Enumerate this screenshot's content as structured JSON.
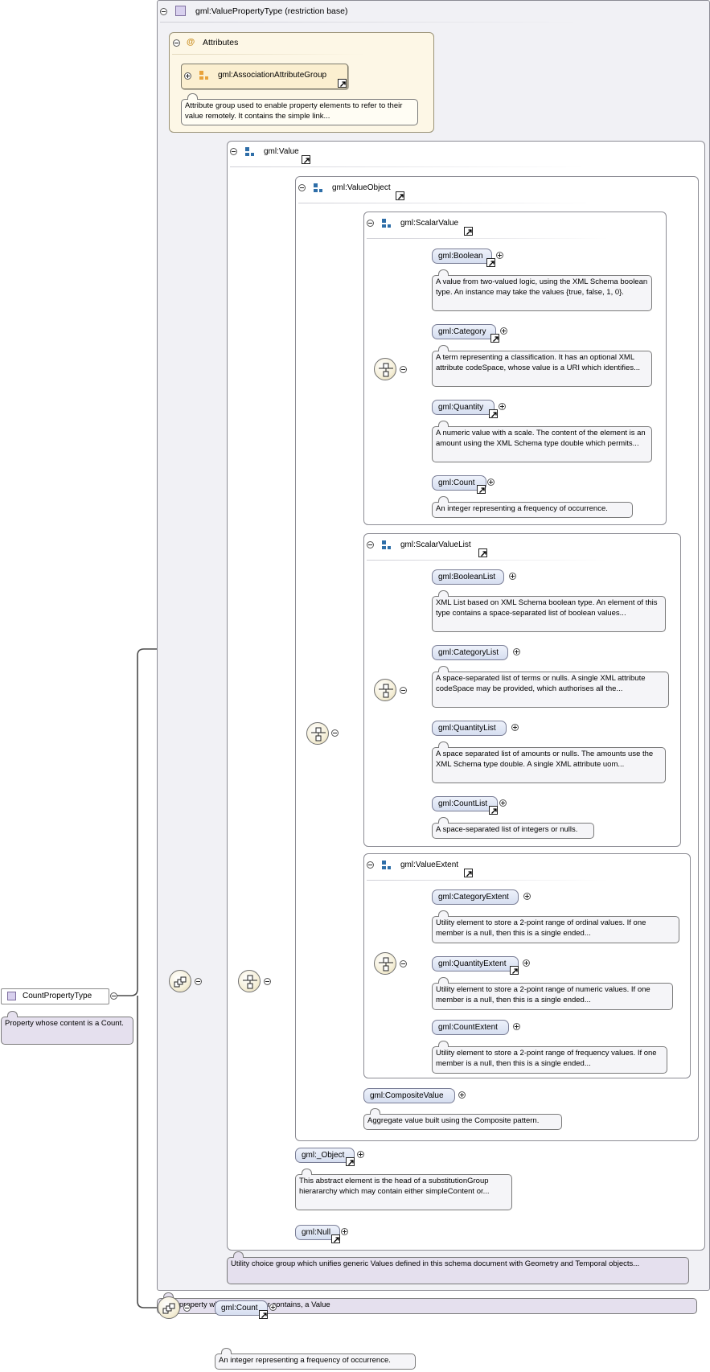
{
  "root": {
    "name": "CountPropertyType",
    "doc": "Property whose content is a Count."
  },
  "base_type": {
    "title": "gml:ValuePropertyType (restriction base)",
    "doc": "GML property which refers to, or contains, a Value"
  },
  "attributes": {
    "title": "Attributes",
    "symbol": "@",
    "group": {
      "name": "gml:AssociationAttributeGroup",
      "doc": "Attribute group used to enable property elements to refer to their value remotely. It contains the simple link..."
    }
  },
  "value_group": {
    "title": "gml:Value",
    "doc": "Utility choice group which unifies generic Values defined in this schema document with Geometry and Temporal objects...",
    "value_object": {
      "title": "gml:ValueObject",
      "scalar_value": {
        "title": "gml:ScalarValue",
        "elements": [
          {
            "name": "gml:Boolean",
            "doc": "A value from two-valued logic, using the XML Schema boolean type. An instance may take the values {true, false, 1, 0}."
          },
          {
            "name": "gml:Category",
            "doc": "A term representing a classification. It has an optional XML attribute codeSpace, whose value is a URI which identifies..."
          },
          {
            "name": "gml:Quantity",
            "doc": "A numeric value with a scale. The content of the element is an amount using the XML Schema type double which permits..."
          },
          {
            "name": "gml:Count",
            "doc": "An integer representing a frequency of occurrence."
          }
        ]
      },
      "scalar_value_list": {
        "title": "gml:ScalarValueList",
        "elements": [
          {
            "name": "gml:BooleanList",
            "doc": "XML List based on XML Schema boolean type. An element of this type contains a space-separated list of boolean values..."
          },
          {
            "name": "gml:CategoryList",
            "doc": "A space-separated list of terms or nulls. A single XML attribute codeSpace may be provided, which authorises all the..."
          },
          {
            "name": "gml:QuantityList",
            "doc": "A space separated list of amounts or nulls. The amounts use the XML Schema type double. A single XML attribute uom..."
          },
          {
            "name": "gml:CountList",
            "doc": "A space-separated list of integers or nulls."
          }
        ]
      },
      "value_extent": {
        "title": "gml:ValueExtent",
        "elements": [
          {
            "name": "gml:CategoryExtent",
            "doc": "Utility element to store a 2-point range of ordinal values. If one member is a null, then this is a single ended..."
          },
          {
            "name": "gml:QuantityExtent",
            "doc": "Utility element to store a 2-point range of numeric values. If one member is a null, then this is a single ended..."
          },
          {
            "name": "gml:CountExtent",
            "doc": "Utility element to store a 2-point range of frequency values. If one member is a null, then this is a single ended..."
          }
        ]
      },
      "composite_value": {
        "name": "gml:CompositeValue",
        "doc": "Aggregate value built using the Composite pattern."
      }
    },
    "object": {
      "name": "gml:_Object",
      "doc": "This abstract element is the head of a substitutionGroup hierararchy which may contain either simpleContent or..."
    },
    "null": {
      "name": "gml:Null"
    }
  },
  "count_element": {
    "name": "gml:Count",
    "doc": "An integer representing a frequency of occurrence."
  },
  "colors": {
    "frame_border": "#8c8c94",
    "element_fill": "#dde4f3",
    "note_fill": "#f5f5f8",
    "note_purple": "#e5e0ee",
    "attr_fill": "#fdf7e6",
    "wire": "#4a4a4a"
  },
  "icons": {
    "collapse": "minus-circle-icon",
    "expand": "plus-circle-icon",
    "link": "jump-arrow-icon",
    "sequence": "sequence-compositor-icon",
    "choice": "choice-compositor-icon",
    "group": "group-icon"
  }
}
